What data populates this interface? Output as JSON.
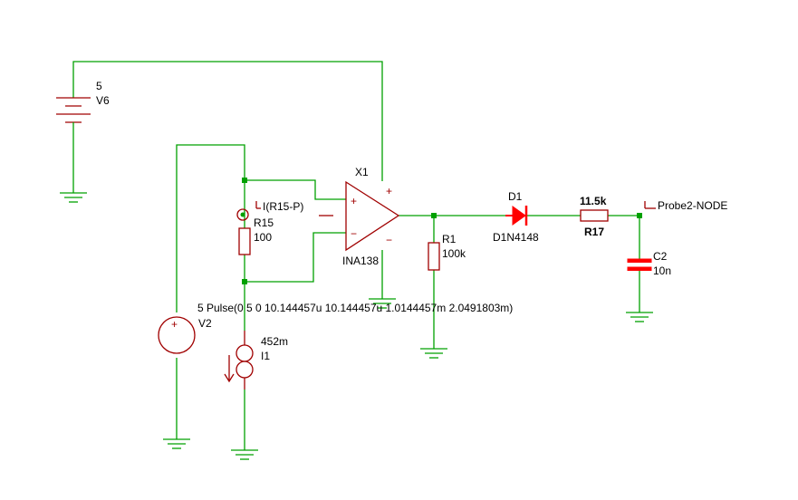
{
  "colors": {
    "wire": "#00a000",
    "component": "#a00000",
    "diode": "#ff0000",
    "text": "#000000",
    "background": "#ffffff"
  },
  "v6": {
    "value": "5",
    "name": "V6"
  },
  "x1": {
    "name": "X1",
    "part": "INA138",
    "plus": "+",
    "minus": "−",
    "sign_plus": "+",
    "sign_minus": "−"
  },
  "r15": {
    "name": "R15",
    "value": "100",
    "probe": "I(R15-P)"
  },
  "r1": {
    "name": "R1",
    "value": "100k"
  },
  "d1": {
    "name": "D1",
    "part": "D1N4148"
  },
  "r17": {
    "name": "R17",
    "value": "11.5k"
  },
  "c2": {
    "name": "C2",
    "value": "10n"
  },
  "probe2": {
    "label": "Probe2-NODE"
  },
  "v2": {
    "name": "V2",
    "value": "5 Pulse(0 5 0 10.144457u 10.144457u 1.0144457m 2.0491803m)",
    "symbol": "+"
  },
  "i1": {
    "name": "I1",
    "value": "452m"
  }
}
